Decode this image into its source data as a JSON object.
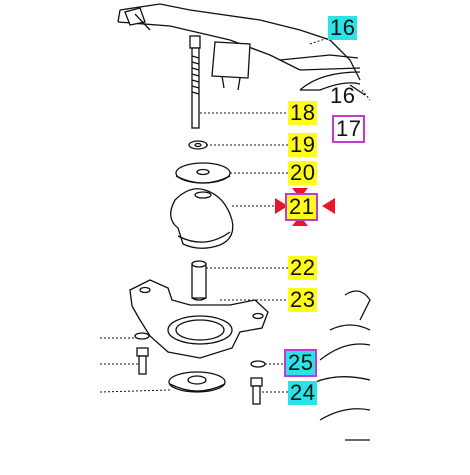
{
  "diagram": {
    "callouts": [
      {
        "id": "c16a",
        "text": "16",
        "style": "cyan"
      },
      {
        "id": "c16b",
        "text": "16",
        "style": "plain"
      },
      {
        "id": "c17",
        "text": "17",
        "style": "magframe"
      },
      {
        "id": "c18",
        "text": "18",
        "style": "yellow"
      },
      {
        "id": "c19",
        "text": "19",
        "style": "yellow"
      },
      {
        "id": "c20",
        "text": "20",
        "style": "yellow"
      },
      {
        "id": "c21",
        "text": "21",
        "style": "selected"
      },
      {
        "id": "c22",
        "text": "22",
        "style": "yellow"
      },
      {
        "id": "c23",
        "text": "23",
        "style": "yellow"
      },
      {
        "id": "c25",
        "text": "25",
        "style": "framed"
      },
      {
        "id": "c24",
        "text": "24",
        "style": "cyan"
      }
    ],
    "colors": {
      "highlight_yellow": "#fffc1a",
      "highlight_cyan": "#2ae3e6",
      "frame_magenta": "#c23ad0",
      "selection_arrows": "#e8162b"
    },
    "selected_part": "21"
  }
}
